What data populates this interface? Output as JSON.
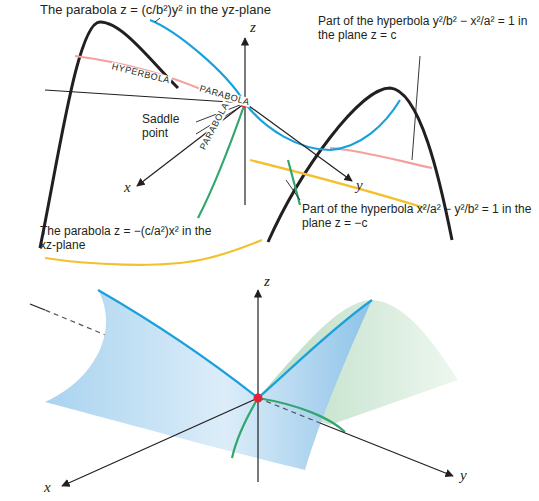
{
  "diagram": {
    "labels": [
      "The parabola z = (c/b²)y² in the yz-plane",
      "z",
      "Part of the hyperbola y²/b² − x²/a² = 1 in the plane z = c",
      "HYPERBOLA",
      "PARABOLA",
      "Saddle point",
      "y",
      "x",
      "PARABOLA",
      "Part of the hyperbola x²/a² − y²/b² = 1 in the plane z = −c",
      "The parabola z = −(c/a²)x² in the xz-plane",
      "z",
      "y",
      "x"
    ]
  }
}
